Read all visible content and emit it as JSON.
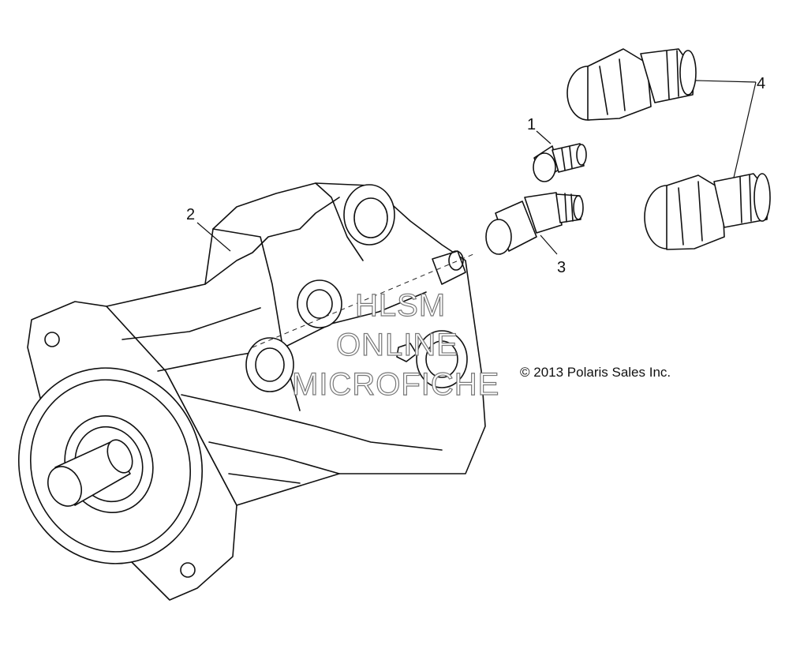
{
  "callouts": [
    {
      "id": "1",
      "label": "1"
    },
    {
      "id": "2",
      "label": "2"
    },
    {
      "id": "3",
      "label": "3"
    },
    {
      "id": "4",
      "label": "4"
    }
  ],
  "copyright": "© 2013 Polaris Sales Inc.",
  "watermark": {
    "line1": "HLSM",
    "line2": "ONLINE",
    "line3": "MICROFICHE"
  }
}
